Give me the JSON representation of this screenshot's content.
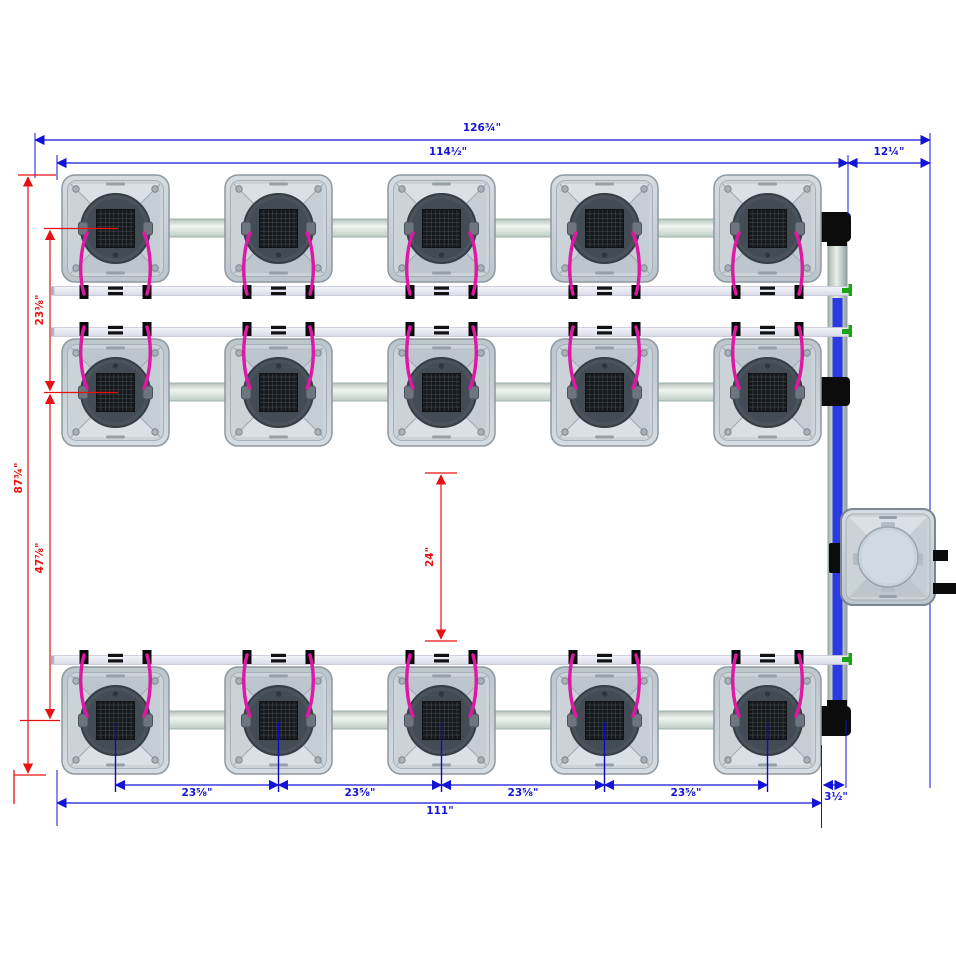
{
  "diagram": {
    "type": "hydroponic-system-layout",
    "description": "Top view layout drawing of an RDWC grow system: 3 rows of 5 square grow modules joined by pipes to a side controller reservoir, annotated with dimensions",
    "module_count": 15,
    "rows": 3,
    "modules_per_row": 5
  },
  "dimensions": {
    "blue": {
      "overall_width": "126¾\"",
      "inner_width": "114½\"",
      "controller_width": "12¼\"",
      "pot_spacing": [
        "23⅝\"",
        "23⅝\"",
        "23⅝\"",
        "23⅝\""
      ],
      "row_length": "111\"",
      "edge_offset": "3½\""
    },
    "red": {
      "row1_to_row2": "23⅜\"",
      "overall_depth": "87¾\"",
      "row2_to_row3": "47⅞\"",
      "aisle_width": "24\""
    }
  },
  "colors": {
    "dimension_blue": "#1414d6",
    "dimension_red": "#e61111",
    "module_body": "#c9d1d8",
    "tube_pink": "#df17a3",
    "pipe_stripe_blue": "#2b3be3",
    "valve_green": "#17a517"
  }
}
